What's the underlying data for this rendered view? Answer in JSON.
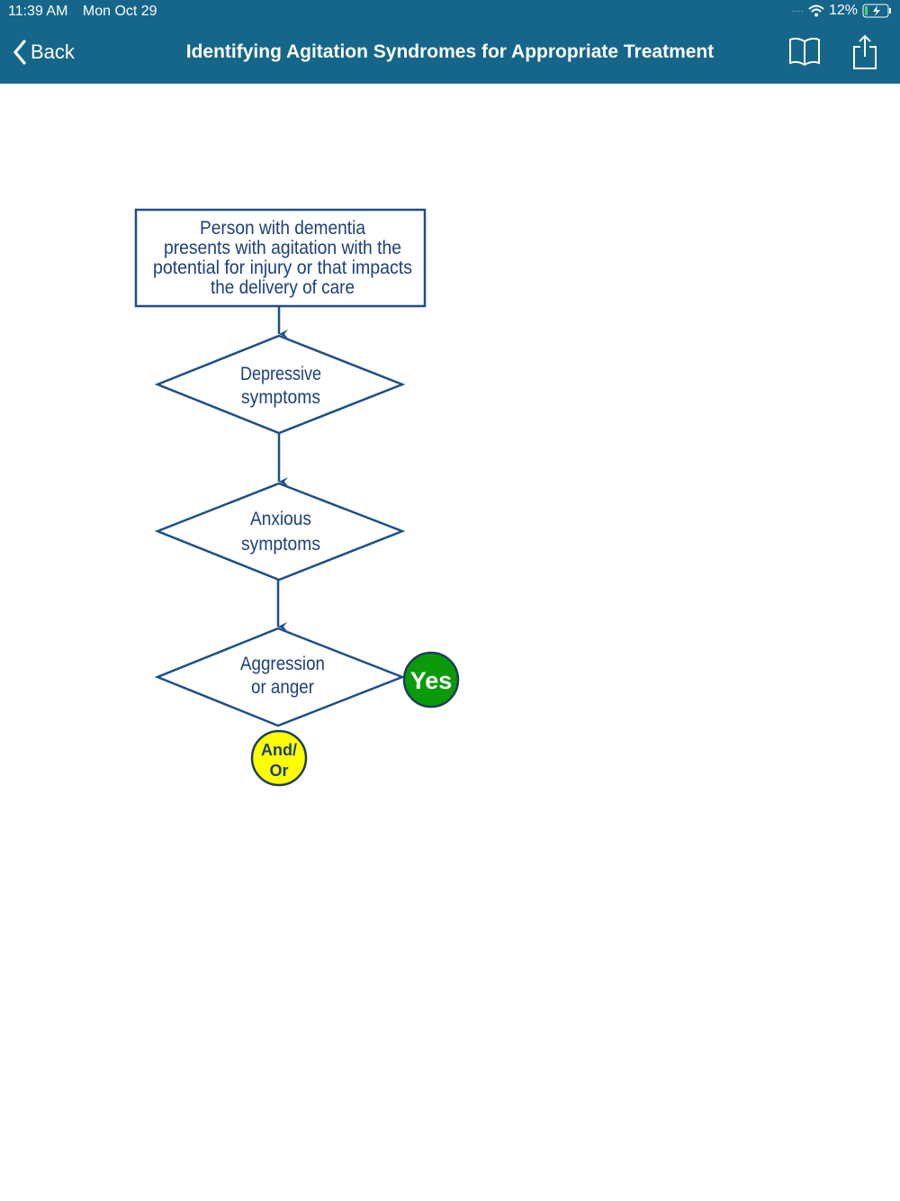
{
  "status_bar": {
    "time": "11:39 AM",
    "date": "Mon Oct 29",
    "battery": "12%"
  },
  "nav": {
    "back_label": "Back",
    "title": "Identifying Agitation Syndromes for Appropriate Treatment"
  },
  "icons": {
    "bookmark": "book-icon",
    "share": "share-icon"
  },
  "flowchart": {
    "start": [
      "Person with dementia",
      "presents with agitation with the",
      "potential for injury or that impacts",
      "the delivery of care"
    ],
    "depressive": [
      "Depressive",
      "symptoms"
    ],
    "anxious": [
      "Anxious",
      "symptoms"
    ],
    "aggression": [
      "Aggression",
      "or anger"
    ],
    "yes_label": "Yes",
    "andor": [
      "And/",
      "Or"
    ]
  },
  "colors": {
    "header": "#15668a",
    "line": "#1d4f86",
    "yes": "#0a9a0a",
    "andor": "#ffff00"
  }
}
